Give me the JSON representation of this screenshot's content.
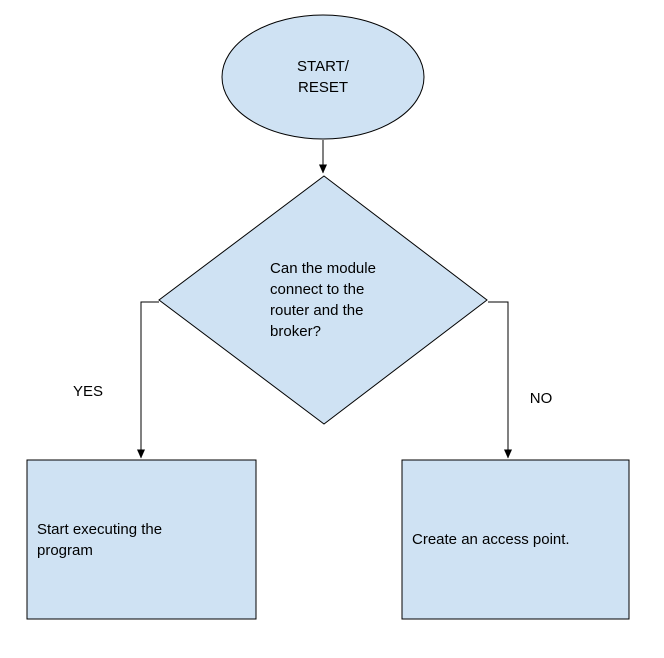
{
  "colors": {
    "background": "#ffffff",
    "shape_fill": "#cfe2f3",
    "shape_stroke": "#000000",
    "text": "#000000"
  },
  "flowchart": {
    "start": {
      "label": "START/\nRESET",
      "type": "terminator"
    },
    "decision": {
      "label": "Can the module\nconnect to the\nrouter and the\nbroker?",
      "type": "decision"
    },
    "yes_action": {
      "label": "Start executing the\nprogram",
      "type": "process"
    },
    "no_action": {
      "label": "Create an access point.",
      "type": "process"
    },
    "edges": {
      "yes_label": "YES",
      "no_label": "NO"
    }
  }
}
